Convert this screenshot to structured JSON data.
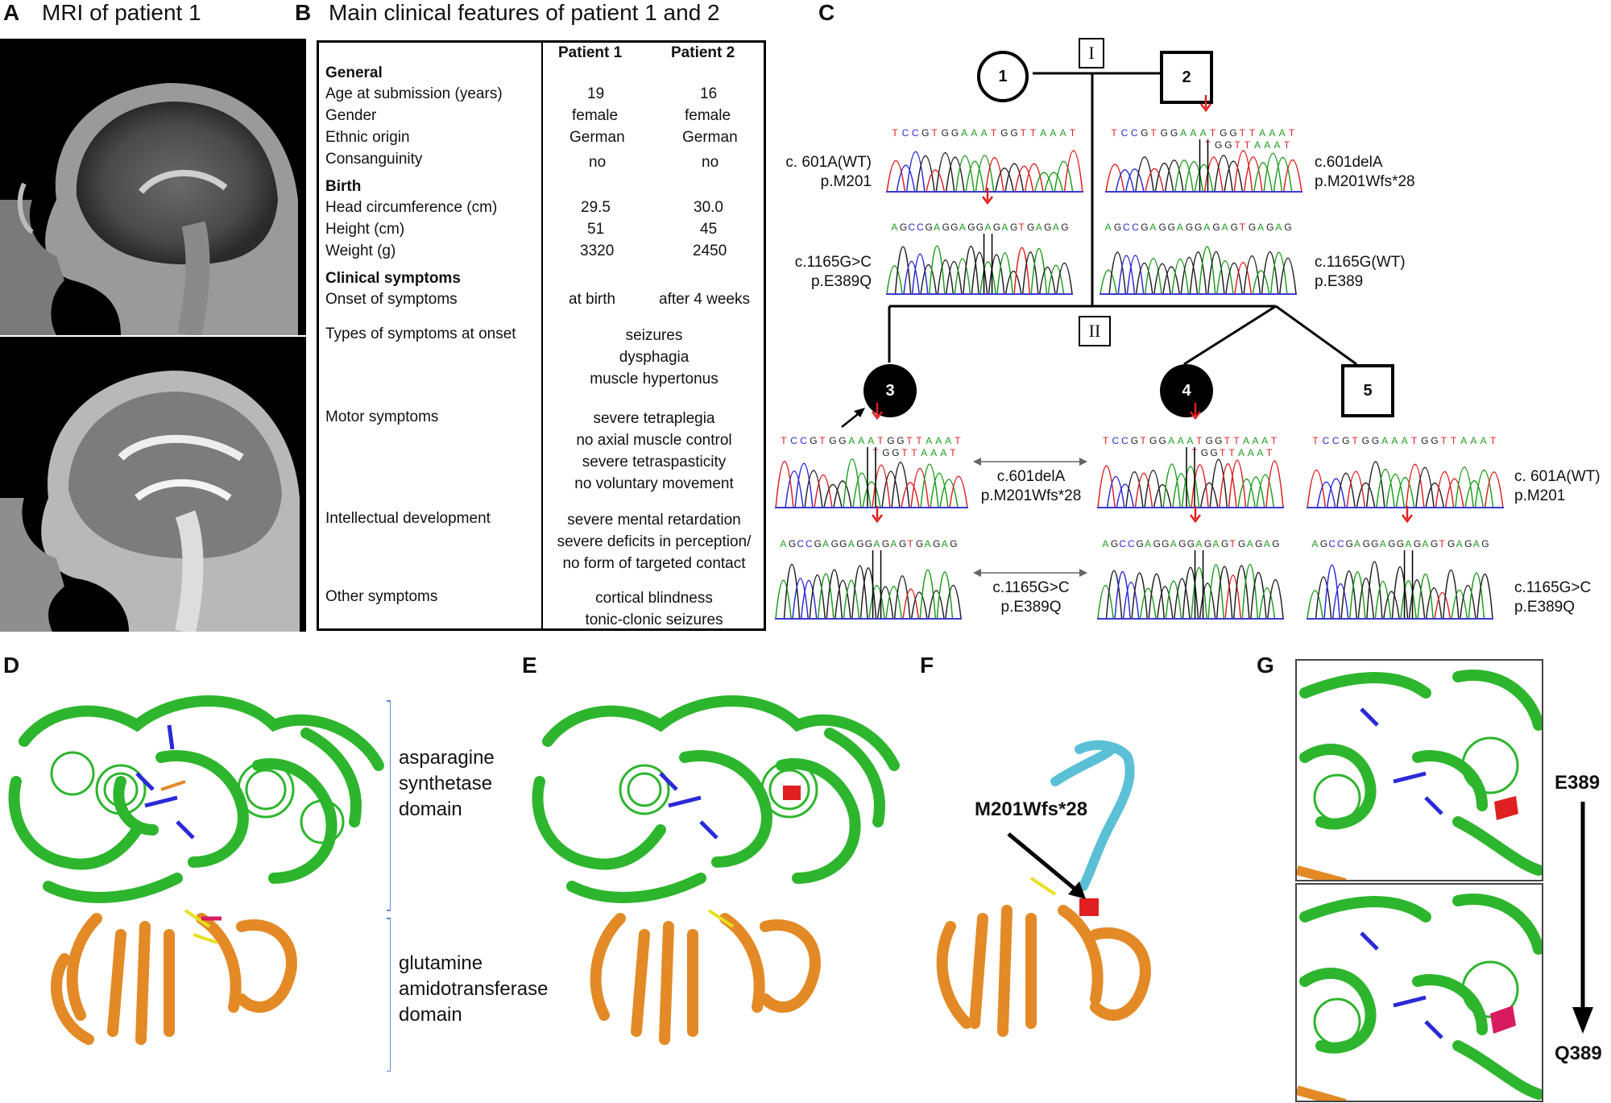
{
  "panel_labels": {
    "a": "A",
    "b": "B",
    "c": "C",
    "d": "D",
    "e": "E",
    "f": "F",
    "g": "G"
  },
  "panel_a": {
    "title": "MRI of patient 1"
  },
  "panel_b": {
    "title": "Main clinical features of patient 1 and 2",
    "col1": "Patient 1",
    "col2": "Patient 2",
    "sec_general": "General",
    "r_age": {
      "label": "Age at submission (years)",
      "p1": "19",
      "p2": "16"
    },
    "r_gender": {
      "label": "Gender",
      "p1": "female",
      "p2": "female"
    },
    "r_ethnic": {
      "label": "Ethnic origin",
      "p1": "German",
      "p2": "German"
    },
    "r_consang": {
      "label": "Consanguinity",
      "p1": "no",
      "p2": "no"
    },
    "sec_birth": "Birth",
    "r_head": {
      "label": "Head circumference (cm)",
      "p1": "29.5",
      "p2": "30.0"
    },
    "r_height": {
      "label": "Height (cm)",
      "p1": "51",
      "p2": "45"
    },
    "r_weight": {
      "label": "Weight (g)",
      "p1": "3320",
      "p2": "2450"
    },
    "sec_clin": "Clinical symptoms",
    "r_onset": {
      "label": "Onset of symptoms",
      "p1": "at birth",
      "p2": "after 4 weeks"
    },
    "r_types": {
      "label": "Types of symptoms at onset",
      "v1": "seizures",
      "v2": "dysphagia",
      "v3": "muscle hypertonus"
    },
    "r_motor": {
      "label": "Motor symptoms",
      "v1": "severe tetraplegia",
      "v2": "no axial muscle control",
      "v3": "severe tetraspasticity",
      "v4": "no voluntary movement"
    },
    "r_intel": {
      "label": "Intellectual development",
      "v1": "severe mental retardation",
      "v2": "severe deficits in perception/",
      "v3": "no form of targeted contact"
    },
    "r_other": {
      "label": "Other symptoms",
      "v1": "cortical blindness",
      "v2": "tonic-clonic seizures"
    }
  },
  "panel_c": {
    "gen1": "I",
    "gen2": "II",
    "ind1": "1",
    "ind2": "2",
    "ind3": "3",
    "ind4": "4",
    "ind5": "5",
    "seq_a": ".TCCGTGGAAATGGTTAAAT.",
    "seq_a2": "TCCGTGGAAATGGTTAAAT",
    "seq_del": "TCCGTGGAAATGGTTAAAT",
    "seq_del2": "TGGTTAAAT",
    "seq_b": "AGCCGAGGAGGAGAGTGAGAG",
    "seq_b2": "AGCCGAGGAGGAGAGTGAGAG",
    "l1a": "c. 601A(WT)",
    "l1b": "p.M201",
    "l2a": "c.1165G>C",
    "l2b": "p.E389Q",
    "r1a": "c.601delA",
    "r1b": "p.M201Wfs*28",
    "r2a": "c.1165G(WT)",
    "r2b": "p.E389",
    "m1a": "c.601delA",
    "m1b": "p.M201Wfs*28",
    "m2a": "c.1165G>C",
    "m2b": "p.E389Q",
    "k1a": "c. 601A(WT)",
    "k1b": "p.M201",
    "k2a": "c.1165G>C",
    "k2b": "p.E389Q"
  },
  "panel_d": {
    "dom1a": "asparagine",
    "dom1b": "synthetase",
    "dom1c": "domain",
    "dom2a": "glutamine",
    "dom2b": "amidotransferase",
    "dom2c": "domain"
  },
  "panel_f": {
    "mutation": "M201Wfs*28"
  },
  "panel_g": {
    "wt": "E389",
    "mut": "Q389"
  },
  "colors": {
    "green": "#2eb52e",
    "orange": "#e38a26",
    "red": "#e02020",
    "magenta": "#d81b60",
    "cyan": "#5bc0d6",
    "blue": "#2a2ad8"
  }
}
